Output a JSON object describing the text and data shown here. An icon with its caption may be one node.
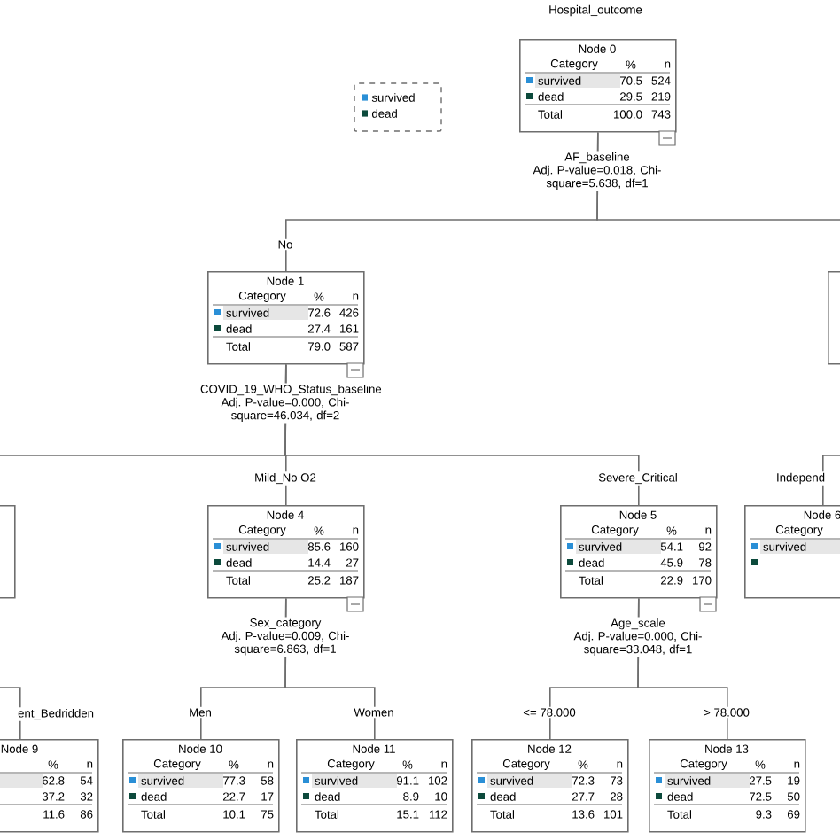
{
  "diagram": {
    "title": "Hospital_outcome",
    "nodes": [
      {
        "text": [
          "Node 0",
          "Category",
          "%",
          "n",
          "survived",
          "70.5",
          "524",
          "dead",
          "29.5",
          "219",
          "Total",
          "100.0",
          "743"
        ],
        "beside": [
          "AF_baseline",
          "Adj. P-value=0.018, Chi-square=5.638, df=1"
        ]
      },
      {
        "text": [
          "Node 1",
          "Category",
          "%",
          "n",
          "survived",
          "72.6",
          "426",
          "dead",
          "27.4",
          "161",
          "Total",
          "79.0",
          "587"
        ],
        "beside": [
          "COVID_19_WHO_Status_baseline",
          "Adj. P-value=0.000, Chi-square=46.034, df=2"
        ]
      },
      {
        "text": [],
        "shape": "box"
      },
      {
        "text": [],
        "shape": "box"
      },
      {
        "text": [
          "Node 4",
          "Category",
          "%",
          "n",
          "survived",
          "85.6",
          "160",
          "dead",
          "14.4",
          "27",
          "Total",
          "25.2",
          "187"
        ],
        "beside": [
          "Sex_category",
          "Adj. P-value=0.009, Chi-square=6.863, df=1"
        ]
      },
      {
        "text": [
          "Node 5",
          "Category",
          "%",
          "n",
          "survived",
          "54.1",
          "92",
          "dead",
          "45.9",
          "78",
          "Total",
          "22.9",
          "170"
        ],
        "beside": [
          "Age_scale",
          "Adj. P-value=0.000, Chi-square=33.048, df=1"
        ]
      },
      {
        "text": [
          "Node 6",
          "Category",
          "survived"
        ]
      },
      {
        "text": [
          "Node 9",
          "%",
          "n",
          "62.8",
          "54",
          "37.2",
          "32",
          "11.6",
          "86"
        ]
      },
      {
        "text": [
          "Node 10",
          "Category",
          "%",
          "n",
          "survived",
          "77.3",
          "58",
          "dead",
          "22.7",
          "17",
          "Total",
          "10.1",
          "75"
        ]
      },
      {
        "text": [
          "Node 11",
          "Category",
          "%",
          "n",
          "survived",
          "91.1",
          "102",
          "dead",
          "8.9",
          "10",
          "Total",
          "15.1",
          "112"
        ]
      },
      {
        "text": [
          "Node 12",
          "Category",
          "%",
          "n",
          "survived",
          "72.3",
          "73",
          "dead",
          "27.7",
          "28",
          "Total",
          "13.6",
          "101"
        ]
      },
      {
        "text": [
          "Node 13",
          "Category",
          "%",
          "n",
          "survived",
          "27.5",
          "19",
          "dead",
          "72.5",
          "50",
          "Total",
          "9.3",
          "69"
        ]
      }
    ],
    "edges": [
      {
        "from": 0,
        "to": 1,
        "arrow": "none",
        "label": "No"
      },
      {
        "from": 0,
        "to": 2,
        "arrow": "none"
      },
      {
        "from": 1,
        "to": 3,
        "arrow": "none"
      },
      {
        "from": 1,
        "to": 4,
        "arrow": "none",
        "label": "Mild_No O2"
      },
      {
        "from": 1,
        "to": 5,
        "arrow": "none",
        "label": "Severe_Critical"
      },
      {
        "from": 2,
        "to": 6,
        "arrow": "none",
        "label": "Independ"
      },
      {
        "from": 3,
        "to": 7,
        "arrow": "none",
        "label": "ent_Bedridden"
      },
      {
        "from": 4,
        "to": 8,
        "arrow": "none",
        "label": "Men"
      },
      {
        "from": 4,
        "to": 9,
        "arrow": "none",
        "label": "Women"
      },
      {
        "from": 5,
        "to": 10,
        "arrow": "none",
        "label": "<= 78.000"
      },
      {
        "from": 5,
        "to": 11,
        "arrow": "none",
        "label": "> 78.000"
      }
    ],
    "legend": [
      {
        "text": "survived",
        "color": "#2a8fd6"
      },
      {
        "text": "dead",
        "color": "#0c4a3c"
      }
    ]
  }
}
